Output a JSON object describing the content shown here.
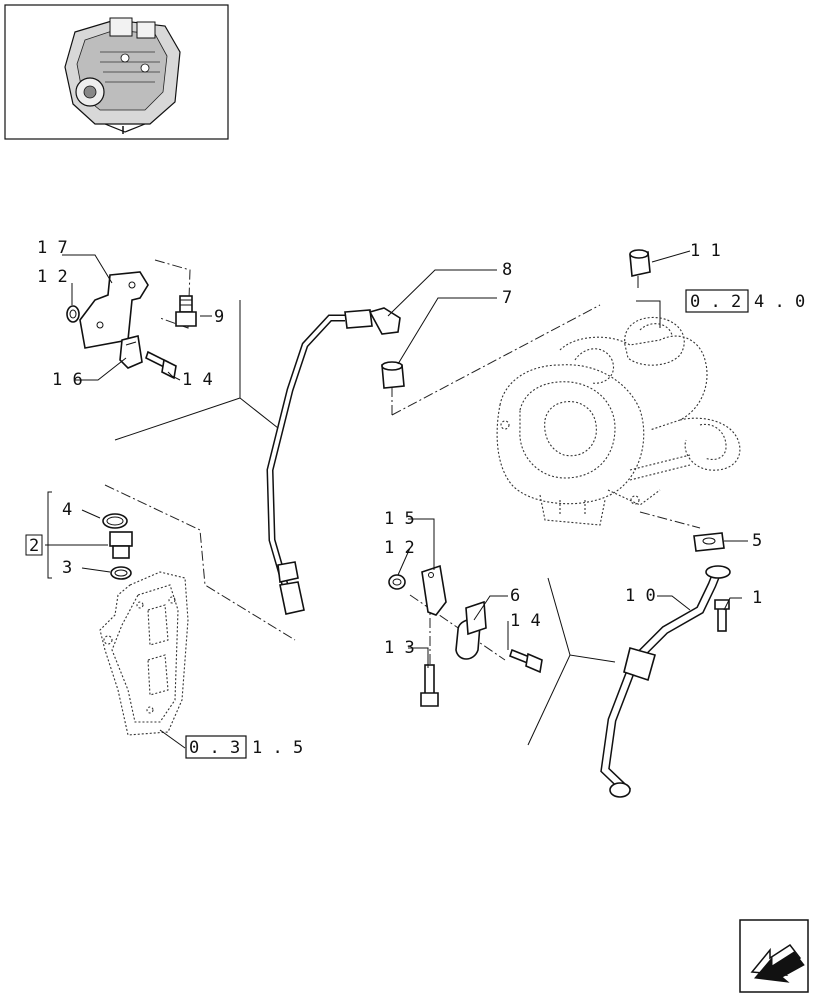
{
  "callouts": {
    "c1": "1",
    "c2": "2",
    "c3": "3",
    "c4": "4",
    "c5": "5",
    "c6": "6",
    "c7": "7",
    "c8": "8",
    "c9": "9",
    "c10": "1 0",
    "c11": "1 1",
    "c12a": "1 2",
    "c12b": "1 2",
    "c13": "1 3",
    "c14a": "1 4",
    "c14b": "1 4",
    "c15": "1 5",
    "c16": "1 6",
    "c17": "1 7"
  },
  "references": {
    "ref_turbo_boxed": "0 . 2",
    "ref_turbo_rest": "4 . 0",
    "ref_block_boxed": "0 . 3",
    "ref_block_rest": "1 . 5"
  },
  "icons": {
    "thumbnail": "engine-thumbnail-icon",
    "nav": "next-page-arrow-icon"
  }
}
